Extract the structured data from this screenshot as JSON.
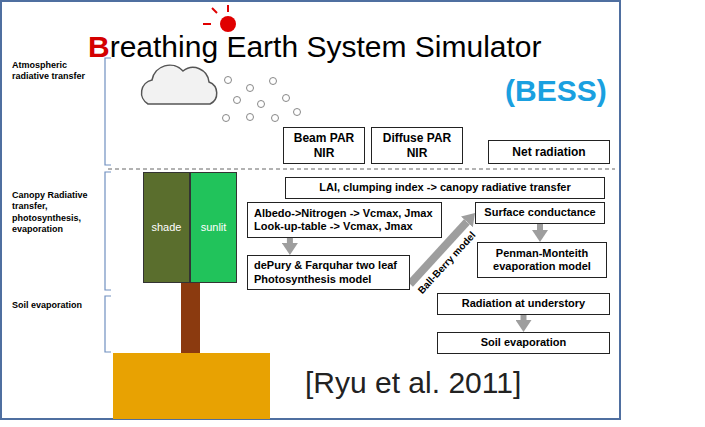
{
  "diagram": {
    "title": "Breathing Earth System Simulator",
    "caption": "[Ryu et al. 2011]",
    "nodes": [
      {
        "text": [
          "Beam PAR NIR"
        ]
      },
      {
        "text": [
          "Diffuse PAR NIR"
        ]
      },
      {
        "text": [
          "Net radiation"
        ]
      },
      {
        "text": [
          "shade"
        ]
      },
      {
        "text": [
          "sunlit"
        ]
      },
      {
        "text": [
          "LAI, clumping index -> canopy radiative transfer"
        ]
      },
      {
        "text": [
          "Albedo->Nitrogen -> Vcmax, Jmax",
          "Look-up-table -> Vcmax, Jmax"
        ]
      },
      {
        "text": [
          "dePury & Farquhar two leaf Photosynthesis model"
        ]
      },
      {
        "text": [
          "Surface conductance"
        ]
      },
      {
        "text": [
          "Penman-Monteith evaporation model"
        ]
      },
      {
        "text": [
          "Radiation at understory"
        ]
      },
      {
        "text": [
          "Soil evaporation"
        ]
      }
    ],
    "edges": [
      {
        "from": 6,
        "to": 7,
        "arrow": "to"
      },
      {
        "from": 7,
        "to": 8,
        "arrow": "to",
        "label": "Ball-Berry model"
      },
      {
        "from": 8,
        "to": 9,
        "arrow": "to"
      },
      {
        "from": 10,
        "to": 11,
        "arrow": "to"
      }
    ],
    "labels": [
      "Atmospheric radiative transfer",
      "Canopy Radiative transfer, photosynthesis, evaporation",
      "Soil evaporation",
      "(BESS)"
    ]
  }
}
